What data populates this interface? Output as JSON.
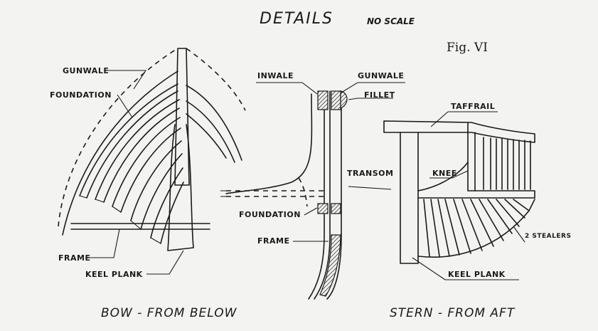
{
  "header": {
    "title": "DETAILS",
    "subtitle": "NO SCALE",
    "figure": "Fig. VI"
  },
  "bow": {
    "caption": "BOW - FROM BELOW",
    "labels": {
      "gunwale": "GUNWALE",
      "foundation": "FOUNDATION",
      "frame": "FRAME",
      "keel_plank": "KEEL PLANK"
    }
  },
  "section": {
    "labels": {
      "inwale": "INWALE",
      "gunwale": "GUNWALE",
      "fillet": "FILLET",
      "transom": "TRANSOM",
      "foundation": "FOUNDATION",
      "frame": "FRAME"
    }
  },
  "stern": {
    "caption": "STERN - FROM AFT",
    "labels": {
      "taffrail": "TAFFRAIL",
      "knee": "KNEE",
      "stealers": "2 STEALERS",
      "keel_plank": "KEEL PLANK"
    }
  }
}
